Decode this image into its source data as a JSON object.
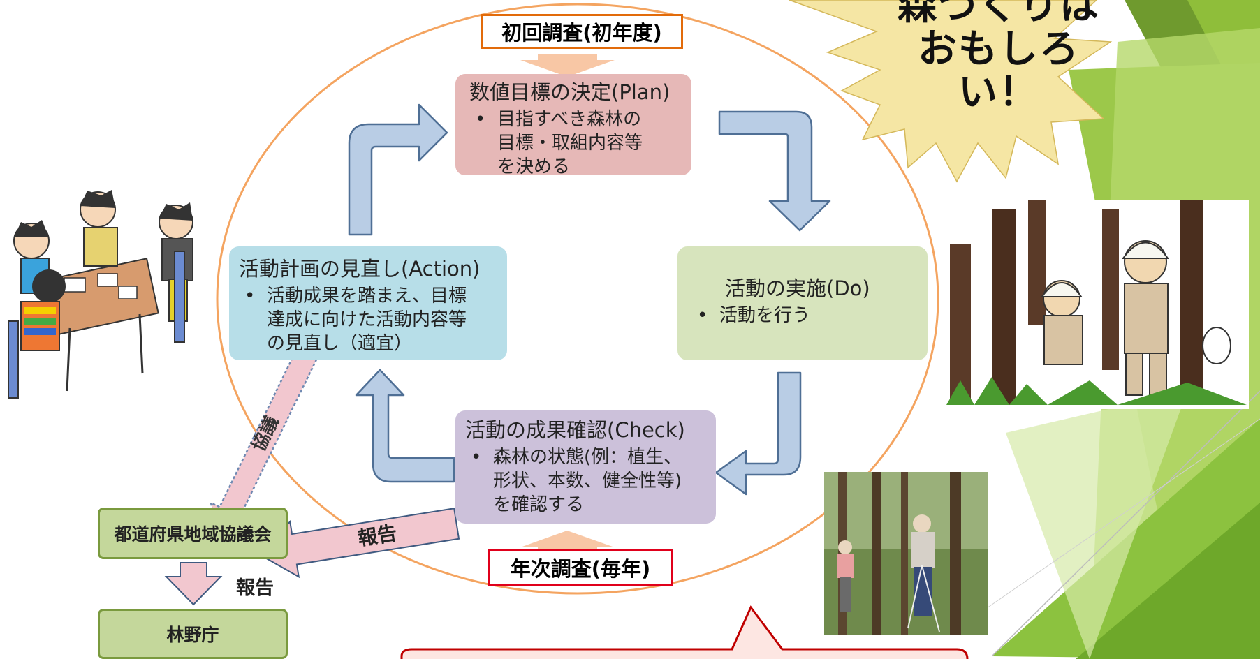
{
  "initial_survey": "初回調査(初年度)",
  "annual_survey": "年次調査(毎年)",
  "plan": {
    "title": "数値目標の決定(Plan)",
    "bullet_lines": [
      "目指すべき森林の",
      "目標・取組内容等",
      "を決める"
    ]
  },
  "do": {
    "title": "活動の実施(Do)",
    "bullet": "活動を行う"
  },
  "check": {
    "title": "活動の成果確認(Check)",
    "bullet_lines": [
      "森林の状態(例：植生、",
      "形状、本数、健全性等)",
      "を確認する"
    ]
  },
  "action": {
    "title": "活動計画の見直し(Action)",
    "bullet_lines": [
      "活動成果を踏まえ、目標",
      "達成に向けた活動内容等",
      "の見直し（適宜）"
    ]
  },
  "consult_label": "協議",
  "report_label_arrow": "報告",
  "report_label_side": "報告",
  "council": "都道府県地域協議会",
  "agency": "林野庁",
  "burst_lines": [
    "森づくりは",
    "おもしろ",
    "い！"
  ],
  "colors": {
    "plan_fill": "#e6b8b7",
    "do_fill": "#d7e4bd",
    "check_fill": "#ccc1da",
    "action_fill": "#b7dee8",
    "cycle_arrow": "#b9cde5",
    "cycle_arrow_stroke": "#4f6f95",
    "ellipse": "#f4a460",
    "burst": "#f5e6a4",
    "green_box": "#c4d79b"
  }
}
